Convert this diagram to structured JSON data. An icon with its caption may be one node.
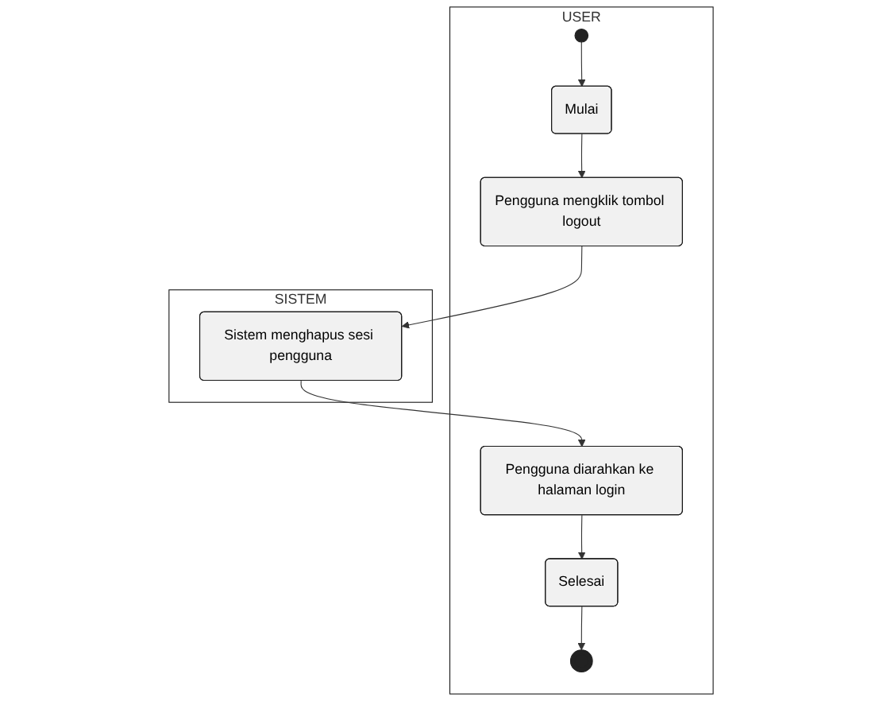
{
  "diagram": {
    "nodes": [
      {
        "text": [
          "USER"
        ]
      },
      {
        "text": [
          "SISTEM"
        ]
      },
      {
        "text": [],
        "shape": "circle",
        "in": 0
      },
      {
        "text": [
          "Mulai"
        ],
        "in": 0
      },
      {
        "text": [
          "Pengguna mengklik tombol logout"
        ],
        "in": 0
      },
      {
        "text": [
          "Sistem menghapus sesi pengguna"
        ],
        "in": 1
      },
      {
        "text": [
          "Pengguna diarahkan ke halaman login"
        ],
        "in": 0
      },
      {
        "text": [
          "Selesai"
        ],
        "in": 0
      },
      {
        "text": [],
        "shape": "bullseye",
        "in": 0
      }
    ],
    "edges": [
      {
        "from": 2,
        "to": 3,
        "arrow": "to"
      },
      {
        "from": 3,
        "to": 4,
        "arrow": "to"
      },
      {
        "from": 4,
        "to": 5,
        "arrow": "to"
      },
      {
        "from": 5,
        "to": 6,
        "arrow": "to"
      },
      {
        "from": 6,
        "to": 7,
        "arrow": "to"
      },
      {
        "from": 7,
        "to": 8,
        "arrow": "to"
      }
    ]
  }
}
